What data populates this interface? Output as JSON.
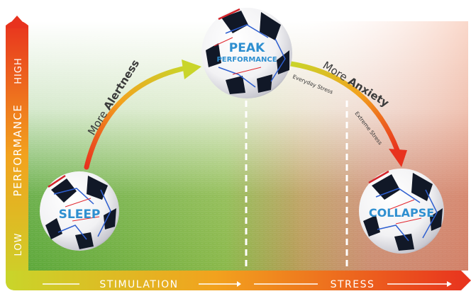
{
  "axes": {
    "y_title": "PERFORMANCE",
    "y_high": "HIGH",
    "y_low": "LOW",
    "x_left": "STIMULATION",
    "x_right": "STRESS"
  },
  "balls": {
    "sleep": "SLEEP",
    "peak_line1": "PEAK",
    "peak_line2": "PERFORMANCE",
    "collapse": "COLLAPSE"
  },
  "arrows": {
    "left_prefix": "More ",
    "left_bold": "Alertness",
    "right_prefix": "More ",
    "right_bold": "Anxiety"
  },
  "zones": {
    "everyday": "Everyday Stress",
    "extreme": "Extreme Stress"
  },
  "colors": {
    "ball_text": "#2e8fd0",
    "axis_text": "#ffffff",
    "arrow_start": "#e8e040",
    "arrow_end": "#e8321e",
    "zone_text": "#333333"
  }
}
